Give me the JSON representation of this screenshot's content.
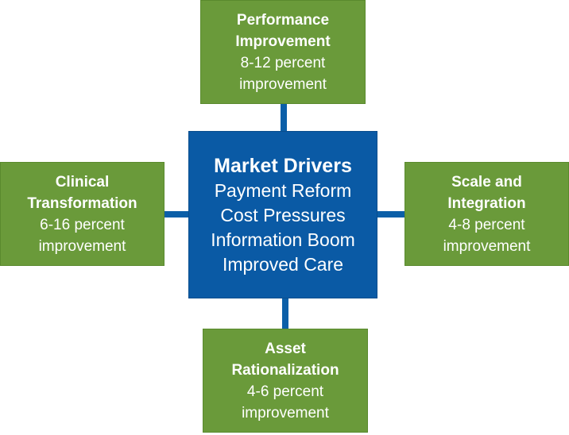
{
  "colors": {
    "center_fill": "#0a5aa5",
    "box_fill": "#6a9a3a",
    "connector": "#0b5fa8",
    "text": "#ffffff"
  },
  "center": {
    "title": "Market Drivers",
    "items": [
      "Payment Reform",
      "Cost Pressures",
      "Information Boom",
      "Improved Care"
    ]
  },
  "top": {
    "title": "Performance\nImprovement",
    "desc": "8-12 percent\nimprovement"
  },
  "left": {
    "title": "Clinical\nTransformation",
    "desc": "6-16 percent\nimprovement"
  },
  "right": {
    "title": "Scale and\nIntegration",
    "desc": "4-8 percent\nimprovement"
  },
  "bottom": {
    "title": "Asset\nRationalization",
    "desc": "4-6 percent\nimprovement"
  }
}
